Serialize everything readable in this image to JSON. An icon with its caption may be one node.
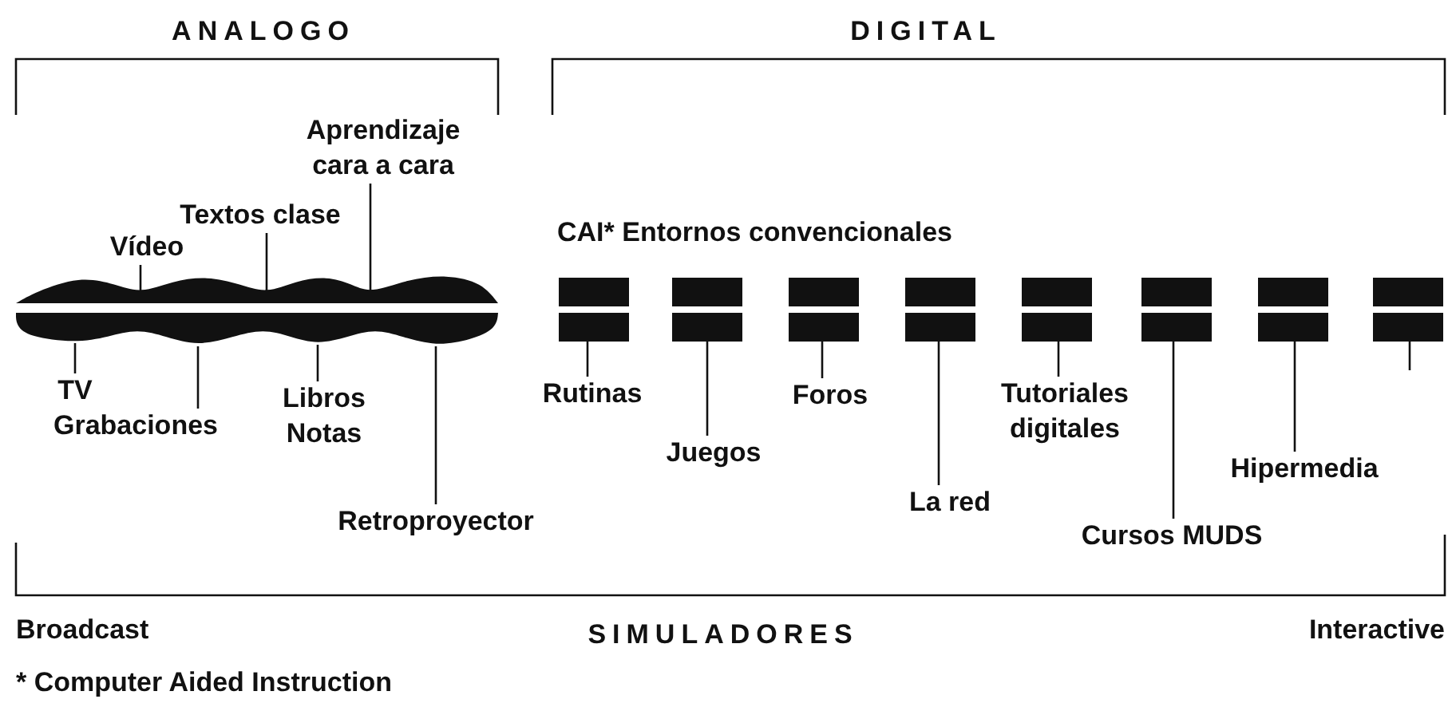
{
  "diagram": {
    "caption": "* Computer Aided Instruction",
    "nodes": [
      {
        "text": [],
        "shape": "picture"
      },
      {
        "text": [],
        "shape": "box"
      },
      {
        "text": [],
        "shape": "box"
      },
      {
        "text": [],
        "shape": "box"
      },
      {
        "text": [],
        "shape": "box"
      },
      {
        "text": [],
        "shape": "box"
      },
      {
        "text": [],
        "shape": "box"
      },
      {
        "text": [],
        "shape": "box"
      },
      {
        "text": [],
        "shape": "box"
      },
      {
        "text": [
          "Aprendizaje cara a cara"
        ]
      },
      {
        "text": [
          "Textos clase"
        ]
      },
      {
        "text": [
          "Vídeo"
        ]
      },
      {
        "text": [
          "TV"
        ]
      },
      {
        "text": [
          "Grabaciones"
        ]
      },
      {
        "text": [
          "Libros Notas"
        ]
      },
      {
        "text": [
          "Retroproyector"
        ]
      },
      {
        "text": [
          "Rutinas"
        ]
      },
      {
        "text": [
          "Juegos"
        ]
      },
      {
        "text": [
          "Foros"
        ]
      },
      {
        "text": [
          "La red"
        ]
      },
      {
        "text": [
          "Tutoriales digitales"
        ]
      },
      {
        "text": [
          "Cursos MUDS"
        ]
      },
      {
        "text": [
          "Hipermedia"
        ]
      }
    ],
    "edges": [
      {
        "from": 9,
        "to": 0,
        "arrow": "none"
      },
      {
        "from": 10,
        "to": 0,
        "arrow": "none"
      },
      {
        "from": 11,
        "to": 0,
        "arrow": "none"
      },
      {
        "from": 12,
        "to": 0,
        "arrow": "none"
      },
      {
        "from": 13,
        "to": 0,
        "arrow": "none"
      },
      {
        "from": 14,
        "to": 0,
        "arrow": "none"
      },
      {
        "from": 15,
        "to": 0,
        "arrow": "none"
      },
      {
        "from": 16,
        "to": 1,
        "arrow": "none"
      },
      {
        "from": 17,
        "to": 2,
        "arrow": "none"
      },
      {
        "from": 18,
        "to": 3,
        "arrow": "none"
      },
      {
        "from": 19,
        "to": 4,
        "arrow": "none"
      },
      {
        "from": 20,
        "to": 5,
        "arrow": "none"
      },
      {
        "from": 21,
        "to": 6,
        "arrow": "none"
      },
      {
        "from": 22,
        "to": 7,
        "arrow": "none"
      },
      {
        "from": 8,
        "to": null,
        "arrow": "none"
      }
    ],
    "labels": [
      "ANALOGO",
      "DIGITAL",
      "CAI* Entornos convencionales",
      "Broadcast",
      "SIMULADORES",
      "Interactive"
    ]
  }
}
